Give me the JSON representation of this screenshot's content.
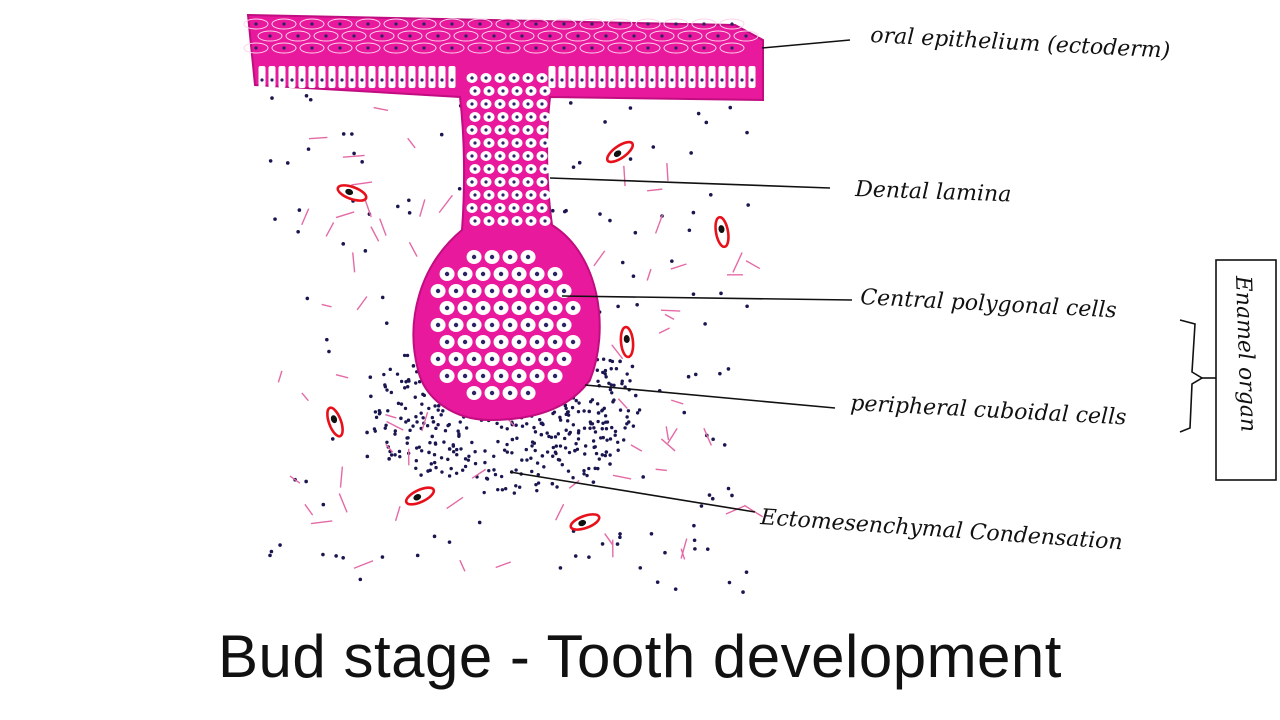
{
  "labels": {
    "oral_epithelium": "oral epithelium (ectoderm)",
    "dental_lamina": "Dental lamina",
    "central_polygonal": "Central polygonal cells",
    "peripheral_cuboidal": "peripheral cuboidal cells",
    "ectomesenchymal": "Ectomesenchymal Condensation",
    "enamel_organ": "Enamel organ"
  },
  "caption": "Bud stage - Tooth development",
  "colors": {
    "epithelium": "#e8199c",
    "cell_fill": "#ffffff",
    "nucleus": "#2a2466",
    "mesenchyme_dot": "#1a1650",
    "fiber": "#e46aa6",
    "vessel": "#e8101a",
    "ink": "#111111"
  },
  "icons": {
    "blood_vessel": "blood-vessel-icon",
    "bracket": "curly-bracket-icon"
  }
}
